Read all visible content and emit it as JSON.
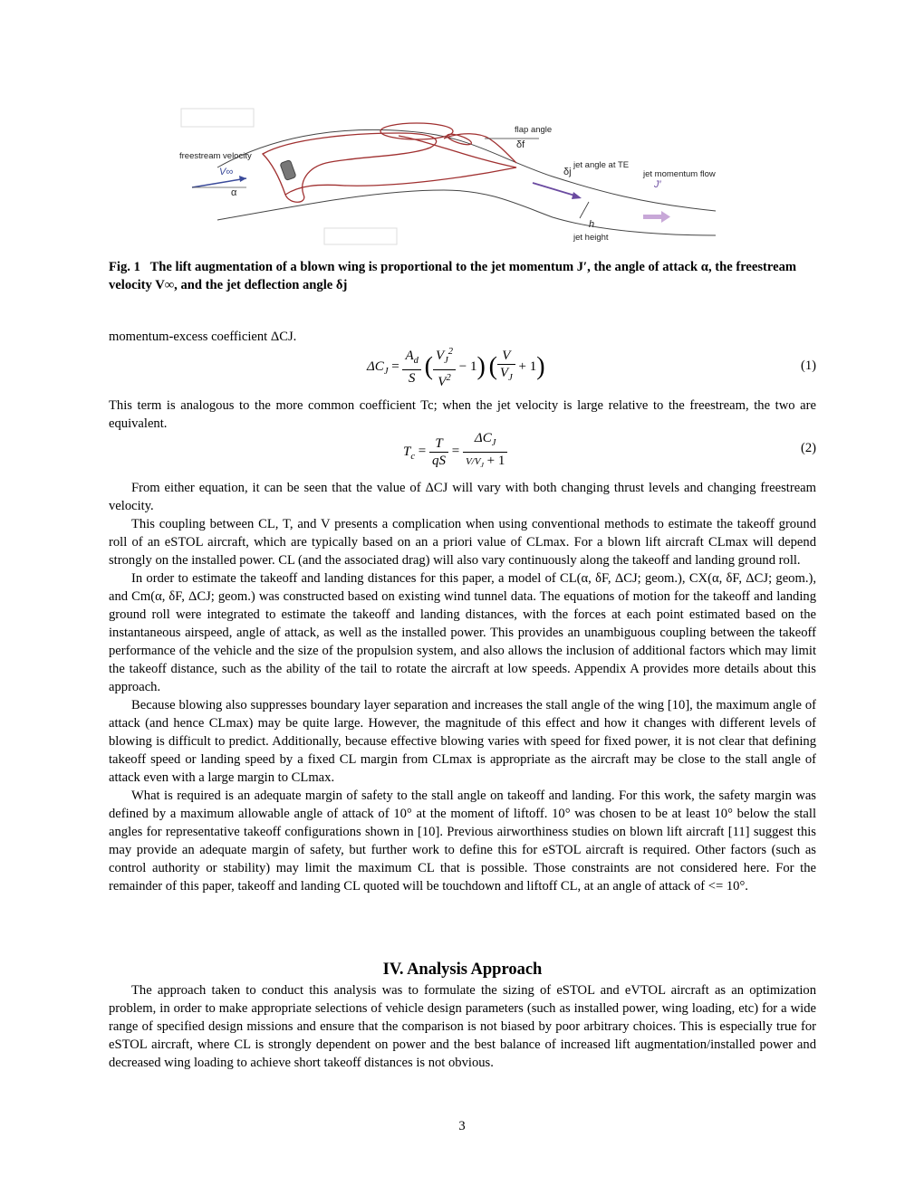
{
  "figure": {
    "labels": {
      "freestream_velocity": "freestream velocity",
      "v_inf": "V∞",
      "alpha": "α",
      "flap_angle": "flap angle",
      "delta_f": "δf",
      "jet_angle_te": "jet angle at TE",
      "delta_j": "δj",
      "jet_momentum_flow": "jet momentum flow",
      "j_prime": "J′",
      "h": "h",
      "jet_height": "jet height"
    },
    "colors": {
      "airfoil": "#a03030",
      "vector": "#3a4a9a",
      "jet_arrow": "#6a4aa0",
      "flow_arrow": "#c8a8d8"
    }
  },
  "caption": {
    "label": "Fig. 1",
    "text": "The lift augmentation of a blown wing is proportional to the jet momentum J′, the angle of attack α, the freestream velocity V∞, and the jet deflection angle δj"
  },
  "body": {
    "p0": "momentum-excess coefficient ΔCJ.",
    "eq1_num": "(1)",
    "p1": "This term is analogous to the more common coefficient Tc; when the jet velocity is large relative to the freestream, the two are equivalent.",
    "eq2_num": "(2)",
    "p2": "From either equation, it can be seen that the value of ΔCJ will vary with both changing thrust levels and changing freestream velocity.",
    "p3": "This coupling between CL, T, and V presents a complication when using conventional methods to estimate the takeoff ground roll of an eSTOL aircraft, which are typically based on an a priori value of CLmax. For a blown lift aircraft CLmax will depend strongly on the installed power. CL (and the associated drag) will also vary continuously along the takeoff and landing ground roll.",
    "p4": "In order to estimate the takeoff and landing distances for this paper, a model of CL(α, δF, ΔCJ; geom.), CX(α, δF, ΔCJ; geom.), and Cm(α, δF, ΔCJ; geom.) was constructed based on existing wind tunnel data. The equations of motion for the takeoff and landing ground roll were integrated to estimate the takeoff and landing distances, with the forces at each point estimated based on the instantaneous airspeed, angle of attack, as well as the installed power. This provides an unambiguous coupling between the takeoff performance of the vehicle and the size of the propulsion system, and also allows the inclusion of additional factors which may limit the takeoff distance, such as the ability of the tail to rotate the aircraft at low speeds. Appendix A provides more details about this approach.",
    "p5": "Because blowing also suppresses boundary layer separation and increases the stall angle of the wing [10], the maximum angle of attack (and hence CLmax) may be quite large. However, the magnitude of this effect and how it changes with different levels of blowing is difficult to predict. Additionally, because effective blowing varies with speed for fixed power, it is not clear that defining takeoff speed or landing speed by a fixed CL margin from CLmax is appropriate as the aircraft may be close to the stall angle of attack even with a large margin to CLmax.",
    "p6": "What is required is an adequate margin of safety to the stall angle on takeoff and landing. For this work, the safety margin was defined by a maximum allowable angle of attack of 10° at the moment of liftoff. 10° was chosen to be at least 10° below the stall angles for representative takeoff configurations shown in [10]. Previous airworthiness studies on blown lift aircraft [11] suggest this may provide an adequate margin of safety, but further work to define this for eSTOL aircraft is required. Other factors (such as control authority or stability) may limit the maximum CL that is possible. Those constraints are not considered here. For the remainder of this paper, takeoff and landing CL quoted will be touchdown and liftoff CL, at an angle of attack of <= 10°."
  },
  "section": {
    "title": "IV. Analysis Approach",
    "p1": "The approach taken to conduct this analysis was to formulate the sizing of eSTOL and eVTOL aircraft as an optimization problem, in order to make appropriate selections of vehicle design parameters (such as installed power, wing loading, etc) for a wide range of specified design missions and ensure that the comparison is not biased by poor arbitrary choices. This is especially true for eSTOL aircraft, where CL is strongly dependent on power and the best balance of increased lift augmentation/installed power and decreased wing loading to achieve short takeoff distances is not obvious."
  },
  "page_number": "3"
}
